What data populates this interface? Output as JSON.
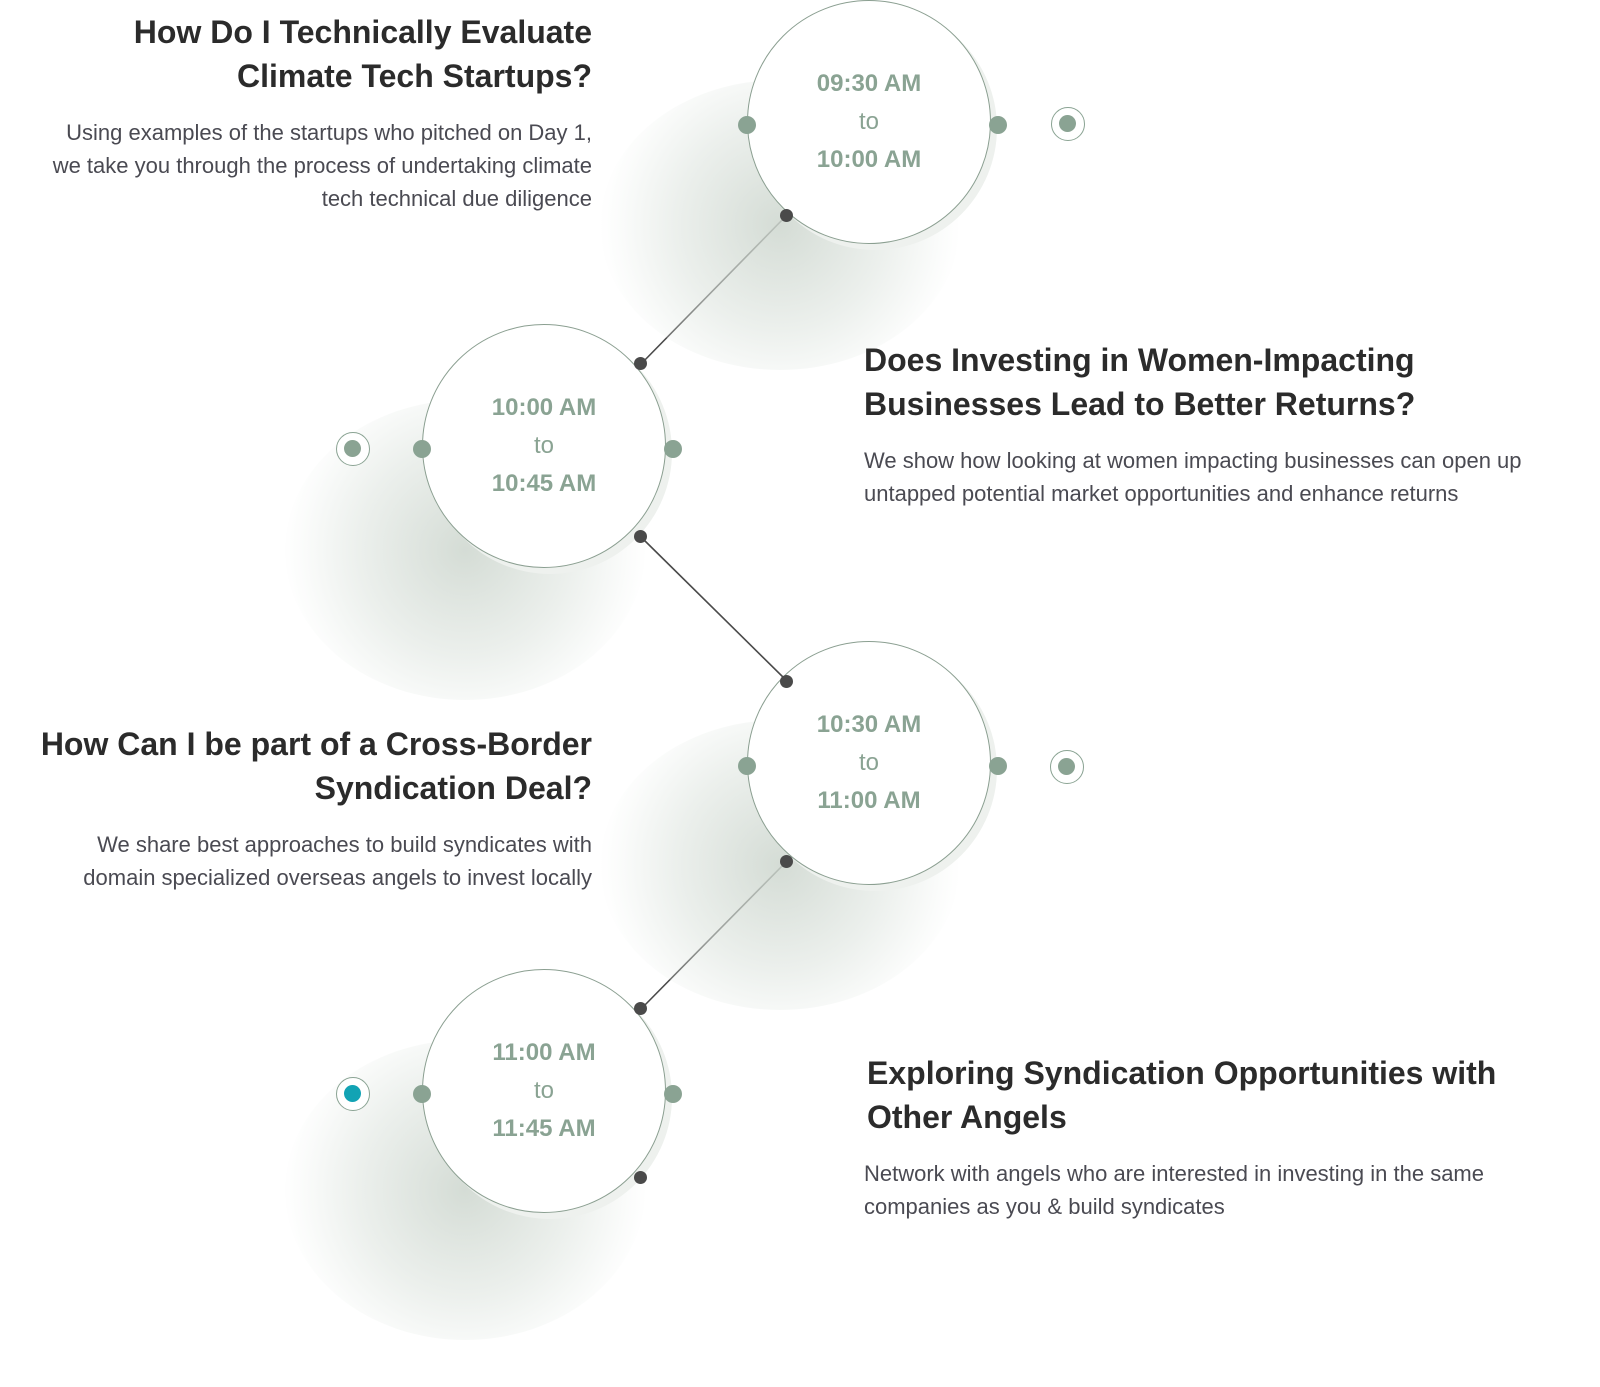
{
  "sessions": [
    {
      "start": "09:30 AM",
      "separator": "to",
      "end": "10:00 AM",
      "title": "How Do I Technically Evaluate Climate Tech Startups?",
      "description": "Using examples of the startups who pitched on Day 1, we take you through the process of undertaking climate tech technical due diligence",
      "active": false
    },
    {
      "start": "10:00 AM",
      "separator": "to",
      "end": "10:45 AM",
      "title": "Does Investing in Women-Impacting Businesses Lead to Better Returns?",
      "description": "We show how looking at women impacting businesses can open up untapped potential market opportunities and enhance returns",
      "active": false
    },
    {
      "start": "10:30 AM",
      "separator": "to",
      "end": "11:00 AM",
      "title": "How Can I be part of a Cross-Border Syndication Deal?",
      "description": "We share best approaches to build syndicates with domain specialized overseas angels to invest locally",
      "active": false
    },
    {
      "start": "11:00 AM",
      "separator": "to",
      "end": "11:45 AM",
      "title": "Exploring Syndication Opportunities with Other Angels",
      "description": "Network with angels who are interested in investing in the same companies as you & build syndicates",
      "active": true
    }
  ],
  "colors": {
    "accent": "#8aa393",
    "active": "#12a3b4",
    "connector": "#4a4a4a",
    "title": "#2b2b2b",
    "text": "#4a4a52"
  }
}
